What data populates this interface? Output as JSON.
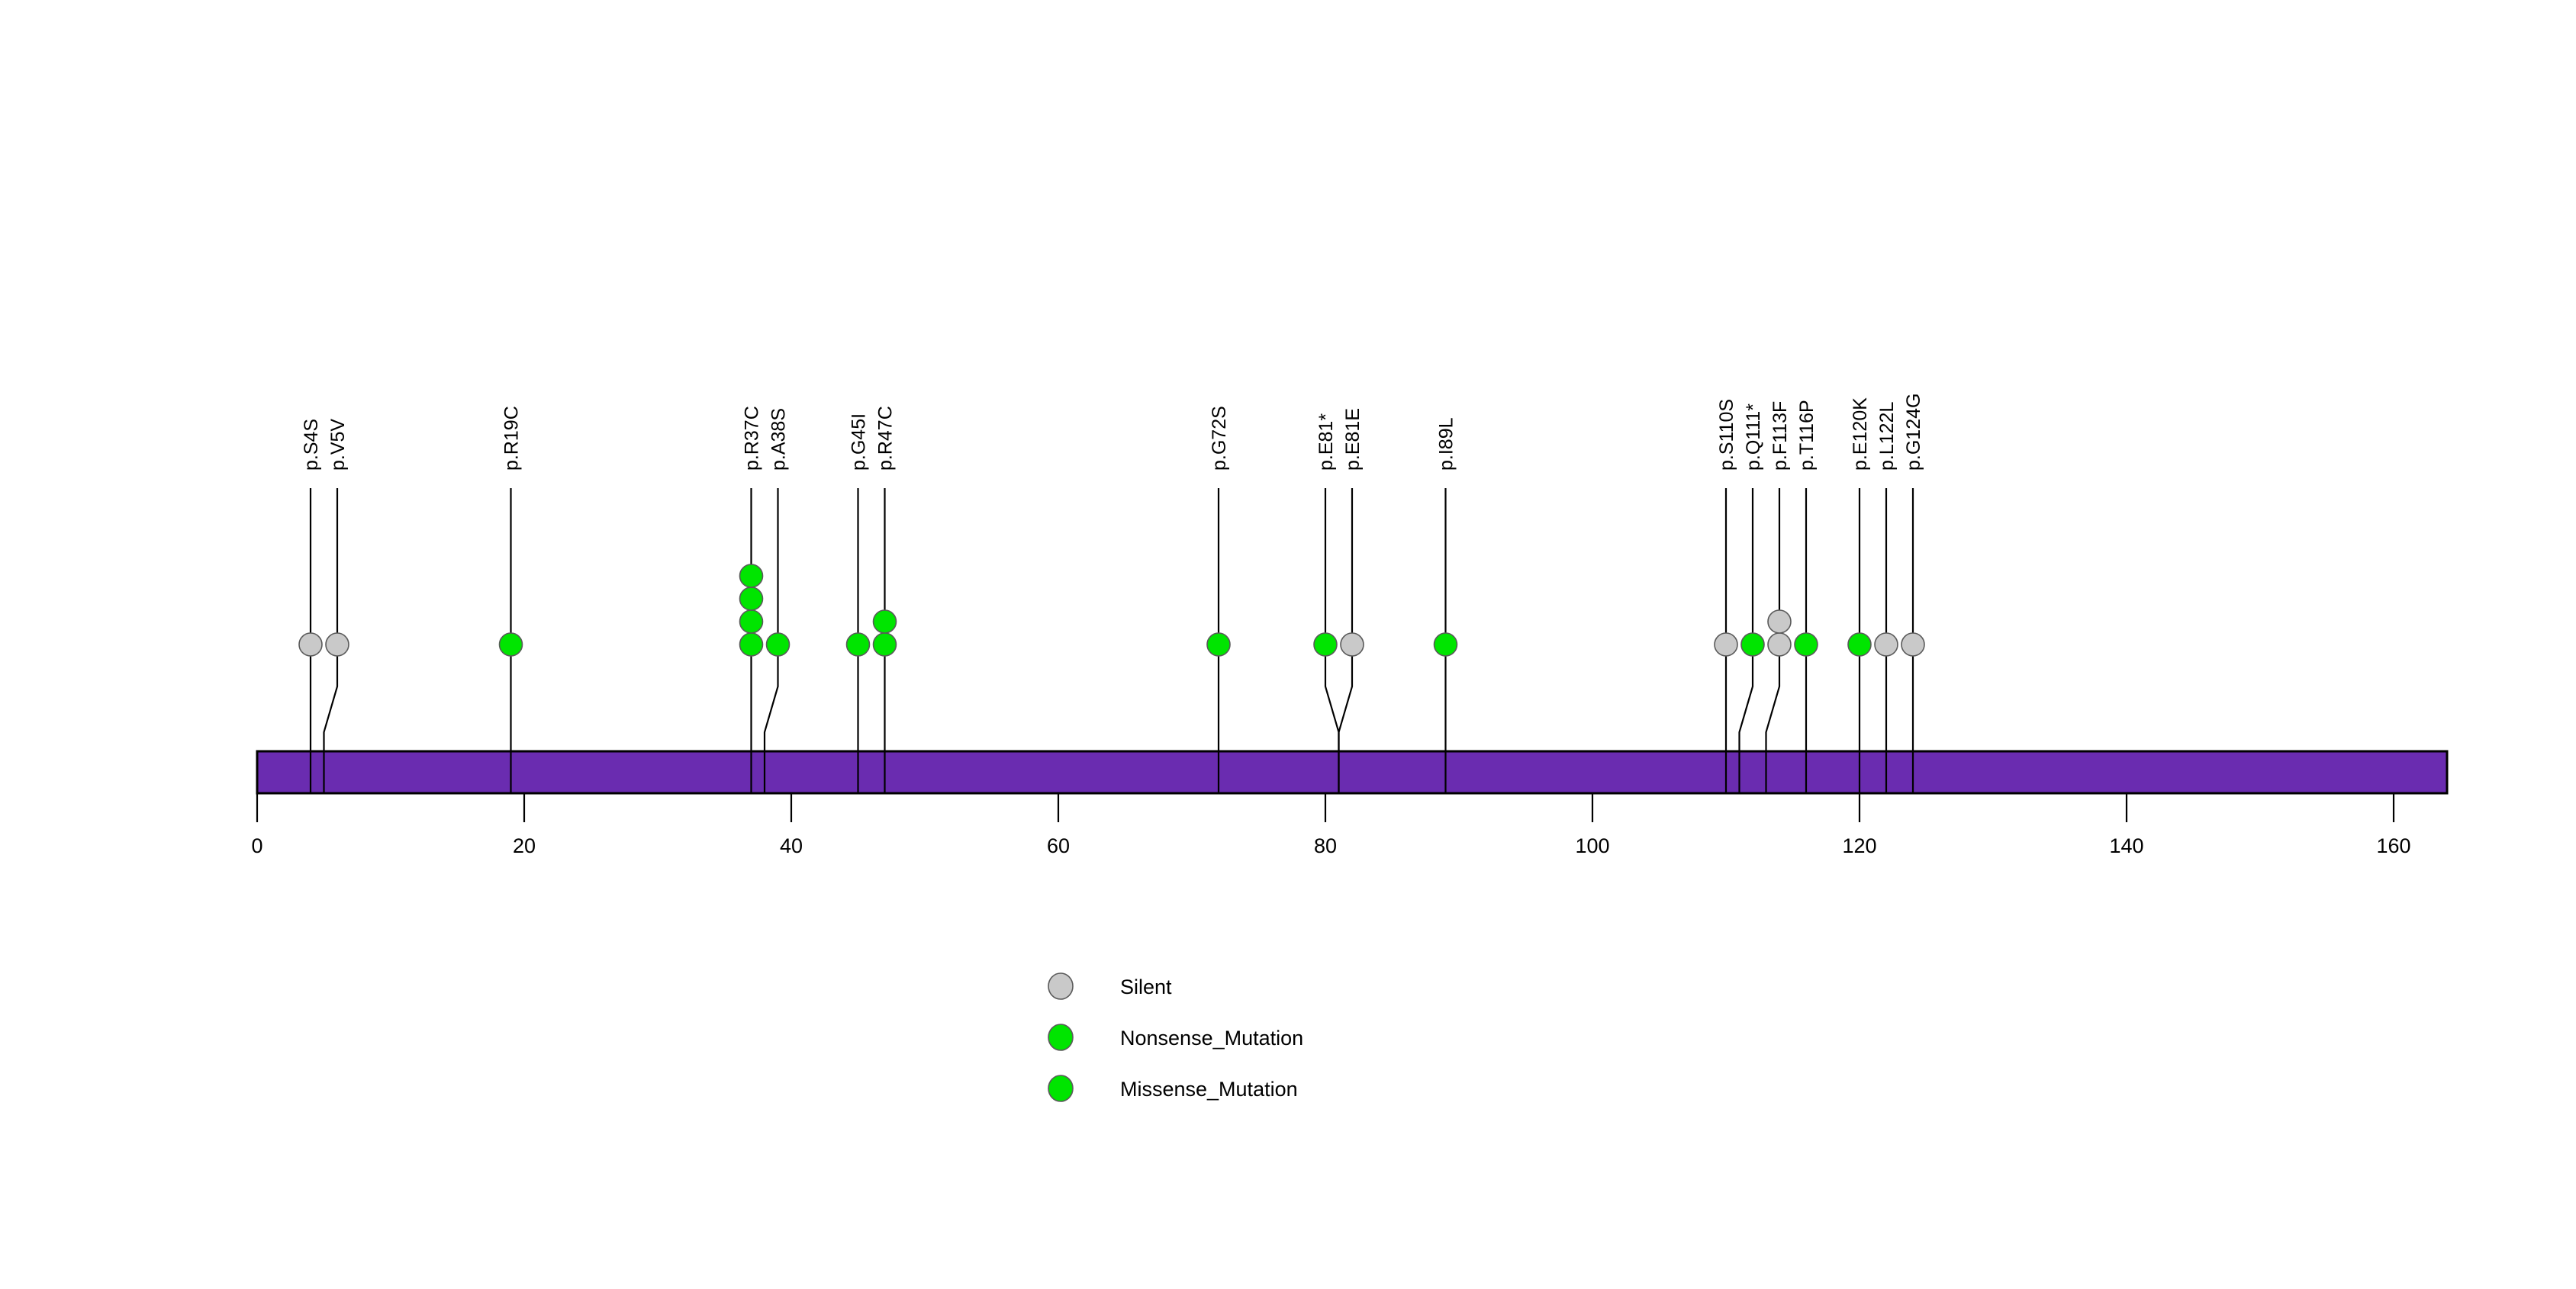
{
  "chart_data": {
    "type": "lollipop",
    "title": "",
    "xlabel": "",
    "ylabel": "",
    "protein_length": 164,
    "xlim": [
      0,
      164
    ],
    "ticks": [
      0,
      20,
      40,
      60,
      80,
      100,
      120,
      140,
      160
    ],
    "tick_labels": [
      "0",
      "20",
      "40",
      "60",
      "80",
      "100",
      "120",
      "140",
      "160"
    ],
    "grid": false,
    "domain_track": {
      "name": "protein-backbone",
      "start": 0,
      "end": 164,
      "color": "#6A2CB0"
    },
    "colors": {
      "silent": "#C9C9C9",
      "nonsense": "#00E500",
      "missense": "#00E500",
      "backbone": "#6A2CB0",
      "stem": "#000000",
      "text": "#000000",
      "background": "#FFFFFF"
    },
    "mutations": [
      {
        "label": "p.S4S",
        "position": 4,
        "count": 1,
        "type": "Silent",
        "color": "#C9C9C9"
      },
      {
        "label": "p.V5V",
        "position": 5,
        "count": 1,
        "type": "Silent",
        "color": "#C9C9C9"
      },
      {
        "label": "p.R19C",
        "position": 19,
        "count": 1,
        "type": "Missense_Mutation",
        "color": "#00E500"
      },
      {
        "label": "p.R37C",
        "position": 37,
        "count": 4,
        "type": "Missense_Mutation",
        "color": "#00E500"
      },
      {
        "label": "p.A38S",
        "position": 38,
        "count": 1,
        "type": "Missense_Mutation",
        "color": "#00E500"
      },
      {
        "label": "p.G45I",
        "position": 45,
        "count": 1,
        "type": "Missense_Mutation",
        "color": "#00E500"
      },
      {
        "label": "p.R47C",
        "position": 47,
        "count": 2,
        "type": "Missense_Mutation",
        "color": "#00E500"
      },
      {
        "label": "p.G72S",
        "position": 72,
        "count": 1,
        "type": "Missense_Mutation",
        "color": "#00E500"
      },
      {
        "label": "p.E81*",
        "position": 81,
        "count": 1,
        "type": "Nonsense_Mutation",
        "color": "#00E500"
      },
      {
        "label": "p.E81E",
        "position": 81,
        "count": 1,
        "type": "Silent",
        "color": "#C9C9C9"
      },
      {
        "label": "p.I89L",
        "position": 89,
        "count": 1,
        "type": "Missense_Mutation",
        "color": "#00E500"
      },
      {
        "label": "p.S110S",
        "position": 110,
        "count": 1,
        "type": "Silent",
        "color": "#C9C9C9"
      },
      {
        "label": "p.Q111*",
        "position": 111,
        "count": 1,
        "type": "Nonsense_Mutation",
        "color": "#00E500"
      },
      {
        "label": "p.F113F",
        "position": 113,
        "count": 2,
        "type": "Silent",
        "color": "#C9C9C9"
      },
      {
        "label": "p.T116P",
        "position": 116,
        "count": 1,
        "type": "Missense_Mutation",
        "color": "#00E500"
      },
      {
        "label": "p.E120K",
        "position": 120,
        "count": 1,
        "type": "Missense_Mutation",
        "color": "#00E500"
      },
      {
        "label": "p.L122L",
        "position": 122,
        "count": 1,
        "type": "Silent",
        "color": "#C9C9C9"
      },
      {
        "label": "p.G124G",
        "position": 124,
        "count": 1,
        "type": "Silent",
        "color": "#C9C9C9"
      }
    ],
    "legend": {
      "position": "bottom-center",
      "entries": [
        {
          "label": "Silent",
          "color": "#C9C9C9"
        },
        {
          "label": "Nonsense_Mutation",
          "color": "#00E500"
        },
        {
          "label": "Missense_Mutation",
          "color": "#00E500"
        }
      ]
    }
  }
}
